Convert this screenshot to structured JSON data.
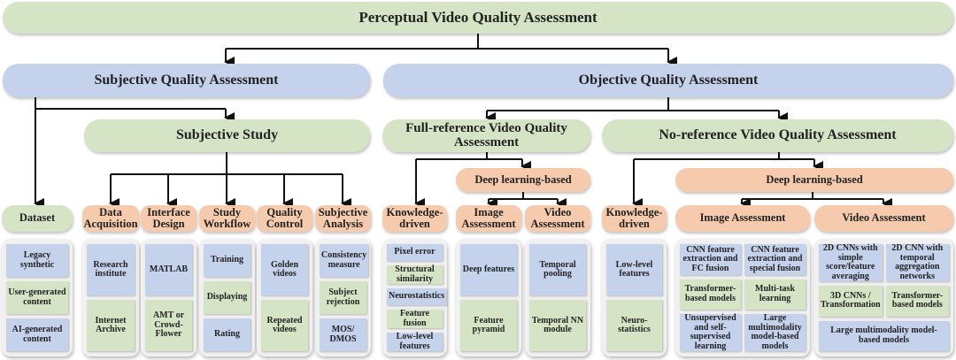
{
  "title": "Perceptual Video Quality Assessment",
  "subjective": {
    "title": "Subjective Quality Assessment",
    "study": "Subjective Study"
  },
  "objective": {
    "title": "Objective Quality Assessment",
    "fr": "Full-reference Video Quality Assessment",
    "nr": "No-reference Video Quality Assessment",
    "fr_deep": "Deep learning-based",
    "nr_deep": "Deep learning-based"
  },
  "columns": [
    {
      "id": "dataset",
      "header": "Dataset",
      "header_color": "green",
      "rows": [
        [
          {
            "t": "Legacy synthetic",
            "c": "blue"
          }
        ],
        [
          {
            "t": "User-generated content",
            "c": "green"
          }
        ],
        [
          {
            "t": "AI-generated content",
            "c": "blue"
          }
        ]
      ]
    },
    {
      "id": "data-acquisition",
      "header": "Data Acquisition",
      "header_color": "orange",
      "rows": [
        [
          {
            "t": "Research institute",
            "c": "blue"
          }
        ],
        [
          {
            "t": "Internet Archive",
            "c": "green"
          }
        ]
      ]
    },
    {
      "id": "interface-design",
      "header": "Interface Design",
      "header_color": "orange",
      "rows": [
        [
          {
            "t": "MATLAB",
            "c": "blue"
          }
        ],
        [
          {
            "t": "AMT or Crowd-Flower",
            "c": "green"
          }
        ]
      ]
    },
    {
      "id": "study-workflow",
      "header": "Study Workflow",
      "header_color": "orange",
      "rows": [
        [
          {
            "t": "Training",
            "c": "blue"
          }
        ],
        [
          {
            "t": "Displaying",
            "c": "green"
          }
        ],
        [
          {
            "t": "Rating",
            "c": "blue"
          }
        ]
      ]
    },
    {
      "id": "quality-control",
      "header": "Quality Control",
      "header_color": "orange",
      "rows": [
        [
          {
            "t": "Golden videos",
            "c": "blue"
          }
        ],
        [
          {
            "t": "Repeated videos",
            "c": "green"
          }
        ]
      ]
    },
    {
      "id": "subjective-analysis",
      "header": "Subjective Analysis",
      "header_color": "orange",
      "rows": [
        [
          {
            "t": "Consistency measure",
            "c": "blue"
          }
        ],
        [
          {
            "t": "Subject rejection",
            "c": "green"
          }
        ],
        [
          {
            "t": "MOS/ DMOS",
            "c": "blue"
          }
        ]
      ]
    },
    {
      "id": "fr-knowledge",
      "header": "Knowledge-driven",
      "header_color": "orange",
      "rows": [
        [
          {
            "t": "Pixel error",
            "c": "blue"
          }
        ],
        [
          {
            "t": "Structural similarity",
            "c": "green"
          }
        ],
        [
          {
            "t": "Neurostatistics",
            "c": "blue"
          }
        ],
        [
          {
            "t": "Feature fusion",
            "c": "green"
          }
        ],
        [
          {
            "t": "Low-level features",
            "c": "blue"
          }
        ]
      ]
    },
    {
      "id": "fr-image",
      "header": "Image Assessment",
      "header_color": "orange",
      "rows": [
        [
          {
            "t": "Deep features",
            "c": "blue"
          }
        ],
        [
          {
            "t": "Feature pyramid",
            "c": "green"
          }
        ]
      ]
    },
    {
      "id": "fr-video",
      "header": "Video Assessment",
      "header_color": "orange",
      "rows": [
        [
          {
            "t": "Temporal pooling",
            "c": "blue"
          }
        ],
        [
          {
            "t": "Temporal NN module",
            "c": "green"
          }
        ]
      ]
    },
    {
      "id": "nr-knowledge",
      "header": "Knowledge-driven",
      "header_color": "orange",
      "rows": [
        [
          {
            "t": "Low-level features",
            "c": "blue"
          }
        ],
        [
          {
            "t": "Neuro-statistics",
            "c": "green"
          }
        ]
      ]
    },
    {
      "id": "nr-image",
      "header": "Image Assessment",
      "header_color": "orange",
      "rows": [
        [
          {
            "t": "CNN feature extraction and FC fusion",
            "c": "blue"
          },
          {
            "t": "CNN feature extraction and special fusion",
            "c": "blue"
          }
        ],
        [
          {
            "t": "Transformer-based models",
            "c": "green"
          },
          {
            "t": "Multi-task learning",
            "c": "green"
          }
        ],
        [
          {
            "t": "Unsupervised and self-supervised learning",
            "c": "blue"
          },
          {
            "t": "Large multimodality model-based models",
            "c": "blue"
          }
        ]
      ]
    },
    {
      "id": "nr-video",
      "header": "Video Assessment",
      "header_color": "orange",
      "rows": [
        [
          {
            "t": "2D CNNs with simple score/feature averaging",
            "c": "blue"
          },
          {
            "t": "2D CNN with temporal aggregation networks",
            "c": "blue"
          }
        ],
        [
          {
            "t": "3D CNNs / Transformation",
            "c": "green"
          },
          {
            "t": "Transformer-based models",
            "c": "green"
          }
        ],
        [
          {
            "t": "Large multimodality model-based models",
            "c": "blue"
          }
        ]
      ]
    }
  ]
}
